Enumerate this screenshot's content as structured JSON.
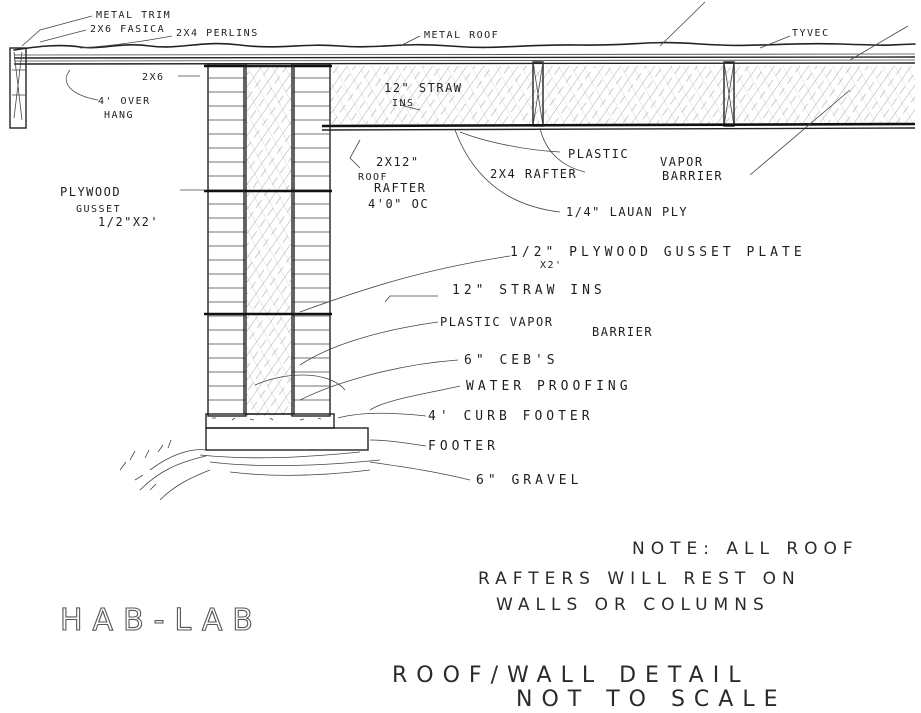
{
  "labels": {
    "metal_trim": "METAL TRIM",
    "fascia": "2X6 FASICA",
    "perlins": "2X4 PERLINS",
    "metal_roof": "METAL ROOF",
    "tyvec": "TYVEC",
    "two_by_six": "2X6",
    "overhang_1": "4' OVER",
    "overhang_2": "HANG",
    "straw_roof_1": "12\" STRAW",
    "straw_roof_2": "INS",
    "plastic_vapor_1": "PLASTIC",
    "plastic_vapor_2": "VAPOR",
    "plastic_vapor_3": "BARRIER",
    "rafter_2x4": "2X4 RAFTER",
    "roof_rafter_1": "2X12\"",
    "roof_rafter_2": "ROOF",
    "roof_rafter_3": "RAFTER",
    "roof_rafter_4": "4'0\" OC",
    "lauan_ply": "1/4\" LAUAN PLY",
    "plywood_gusset_1": "PLYWOOD",
    "plywood_gusset_2": "GUSSET",
    "plywood_gusset_3": "1/2\"X2'",
    "gusset_plate": "1/2\" PLYWOOD GUSSET PLATE",
    "gusset_plate_dim": "X2'",
    "straw_wall": "12\" STRAW INS",
    "plastic_wall_1": "PLASTIC VAPOR",
    "plastic_wall_2": "BARRIER",
    "cebs": "6\" CEB'S",
    "waterproofing": "WATER PROOFING",
    "curb_footer": "4' CURB FOOTER",
    "footer": "FOOTER",
    "gravel": "6\" GRAVEL"
  },
  "note": {
    "line1": "NOTE: ALL ROOF",
    "line2": "RAFTERS WILL REST ON",
    "line3": "WALLS OR COLUMNS"
  },
  "stamp": "HAB-LAB",
  "title": {
    "line1": "ROOF/WALL DETAIL",
    "line2": "NOT TO SCALE"
  },
  "colors": {
    "ink": "#1e1e1e",
    "paper": "#ffffff"
  }
}
